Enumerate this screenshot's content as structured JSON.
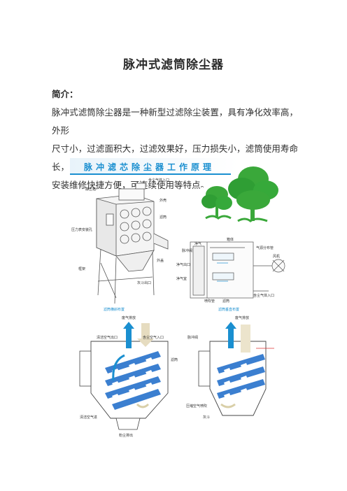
{
  "doc": {
    "title": "脉冲式滤筒除尘器",
    "intro_label": "简介：",
    "intro_lines": [
      "脉冲式滤筒除尘器是一种新型过滤除尘装置，具有净化效率高，外形",
      "尺寸小，过滤面积大，过滤效果好，压力损失小，滤筒使用寿命长，",
      "安装维修快捷方便，可连续使用等特点。"
    ]
  },
  "figure": {
    "title": "脉冲滤芯除尘器工作原理",
    "accent_color": "#1a8fd0",
    "tree_color": "#3aa83a",
    "machine_labels": {
      "silencer": "静压箱",
      "inlet": "含尘气体入口",
      "shell": "外壳",
      "cartridge": "滤筒",
      "pressure_hole": "压力表安装孔",
      "frame": "框架",
      "hopper": "灰斗出口",
      "outer": "外盖"
    },
    "schematic_labels": {
      "pulse_valve": "脉冲阀",
      "box": "箱体",
      "air_outlet": "净气出口",
      "clean_side": "净气室",
      "dirty_inlet": "含尘气体入口",
      "filter": "滤筒",
      "fan": "风机",
      "air_pipe": "气源分布管",
      "injector": "喷吹管",
      "clean_air": "净气"
    },
    "caption_left": "滤筒横斜布置",
    "caption_right": "滤筒垂直布置",
    "bottom_left_labels": {
      "exhaust": "废气排放",
      "clean_out": "清洁空气出口",
      "dirty_in": "含尘空气入口",
      "filter": "滤筒",
      "compressed": "清洁空气进",
      "dust": "粉尘排出"
    },
    "bottom_right_labels": {
      "exhaust": "废气排放",
      "pulse": "脉冲阀",
      "compressed": "压缩空气喷吹",
      "ash": "灰斗"
    }
  }
}
